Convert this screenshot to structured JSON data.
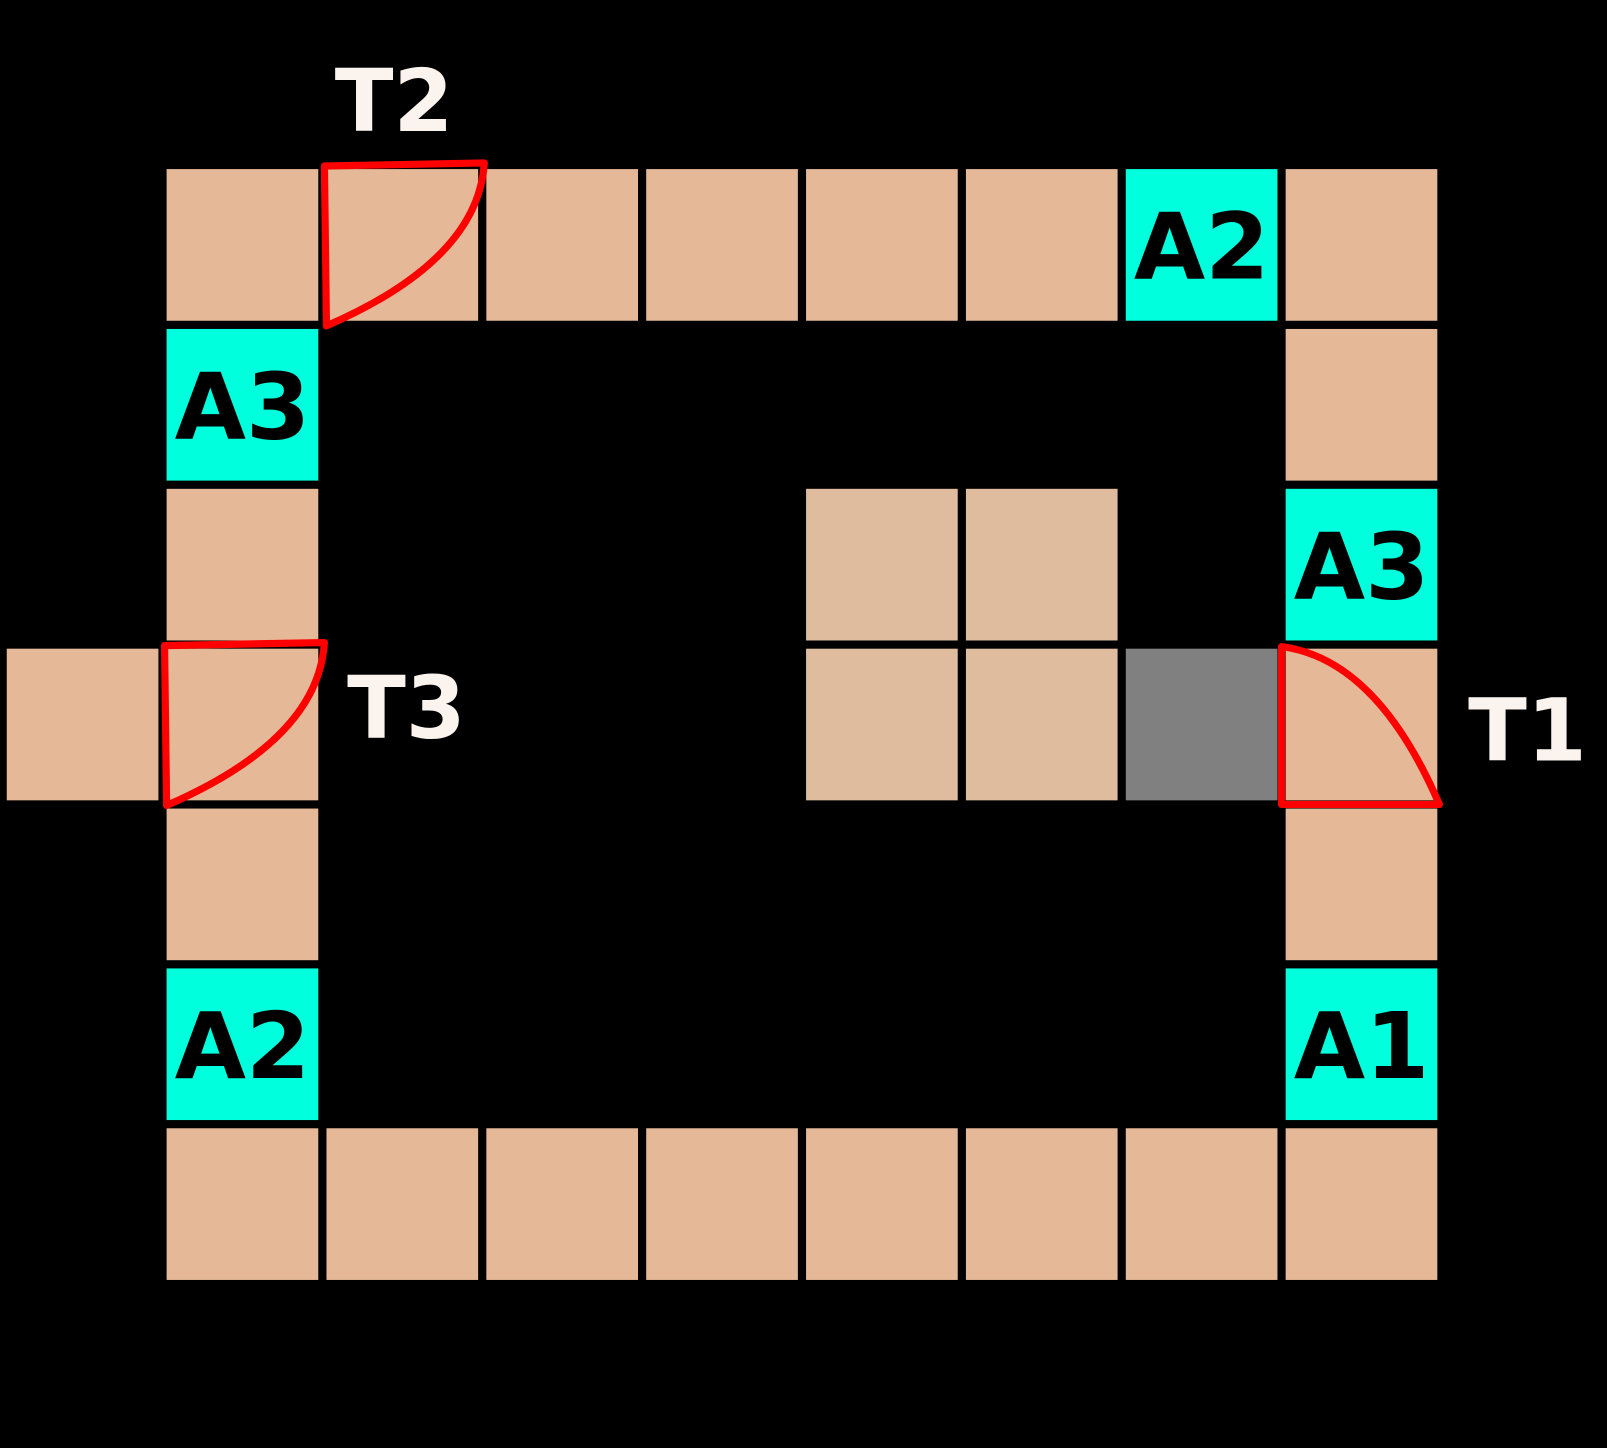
{
  "colors": {
    "background": "#000000",
    "tile": "#e5b998",
    "tile_inner": "#dfbc9e",
    "highlight": "#00ffdd",
    "blocked": "#808080",
    "marker": "#ff0000",
    "label": "#fbf3ee"
  },
  "tiles": [
    {
      "row": 0,
      "col": 1
    },
    {
      "row": 0,
      "col": 2
    },
    {
      "row": 0,
      "col": 3
    },
    {
      "row": 0,
      "col": 4
    },
    {
      "row": 0,
      "col": 5
    },
    {
      "row": 0,
      "col": 6
    },
    {
      "row": 0,
      "col": 7,
      "type": "highlight",
      "label": "A2"
    },
    {
      "row": 0,
      "col": 8
    },
    {
      "row": 1,
      "col": 1,
      "type": "highlight",
      "label": "A3"
    },
    {
      "row": 1,
      "col": 8
    },
    {
      "row": 2,
      "col": 1
    },
    {
      "row": 2,
      "col": 5,
      "type": "inner"
    },
    {
      "row": 2,
      "col": 6,
      "type": "inner"
    },
    {
      "row": 2,
      "col": 8,
      "type": "highlight",
      "label": "A3"
    },
    {
      "row": 3,
      "col": 0
    },
    {
      "row": 3,
      "col": 1
    },
    {
      "row": 3,
      "col": 5,
      "type": "inner"
    },
    {
      "row": 3,
      "col": 6,
      "type": "inner"
    },
    {
      "row": 3,
      "col": 7,
      "type": "blocked"
    },
    {
      "row": 3,
      "col": 8
    },
    {
      "row": 4,
      "col": 1
    },
    {
      "row": 4,
      "col": 8
    },
    {
      "row": 5,
      "col": 1,
      "type": "highlight",
      "label": "A2"
    },
    {
      "row": 5,
      "col": 8,
      "type": "highlight",
      "label": "A1"
    },
    {
      "row": 6,
      "col": 1
    },
    {
      "row": 6,
      "col": 2
    },
    {
      "row": 6,
      "col": 3
    },
    {
      "row": 6,
      "col": 4
    },
    {
      "row": 6,
      "col": 5
    },
    {
      "row": 6,
      "col": 6
    },
    {
      "row": 6,
      "col": 7
    },
    {
      "row": 6,
      "col": 8
    }
  ],
  "targets": [
    {
      "label": "T1",
      "row": 3,
      "col": 8,
      "corner": "bottom-left"
    },
    {
      "label": "T2",
      "row": 0,
      "col": 2,
      "corner": "top-left"
    },
    {
      "label": "T3",
      "row": 3,
      "col": 1,
      "corner": "top-left"
    }
  ]
}
